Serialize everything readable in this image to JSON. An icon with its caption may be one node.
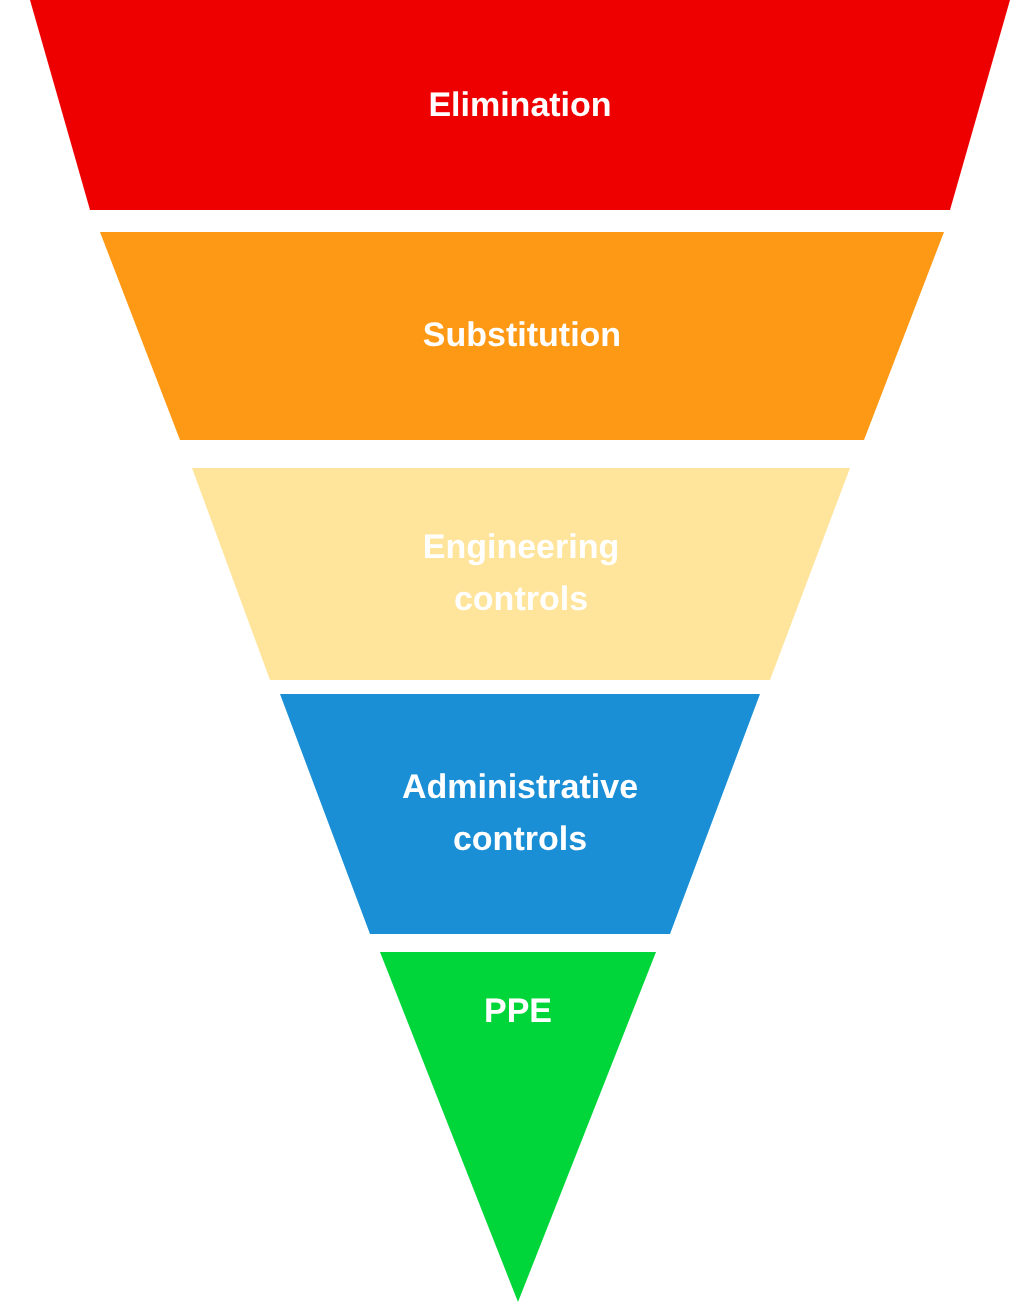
{
  "diagram": {
    "nodes": [
      {
        "text": [
          "Elimination"
        ]
      },
      {
        "text": [
          "Substitution"
        ]
      },
      {
        "text": [
          "Engineering controls"
        ]
      },
      {
        "text": [
          "Administrative controls"
        ]
      },
      {
        "text": [
          "PPE"
        ]
      }
    ]
  }
}
